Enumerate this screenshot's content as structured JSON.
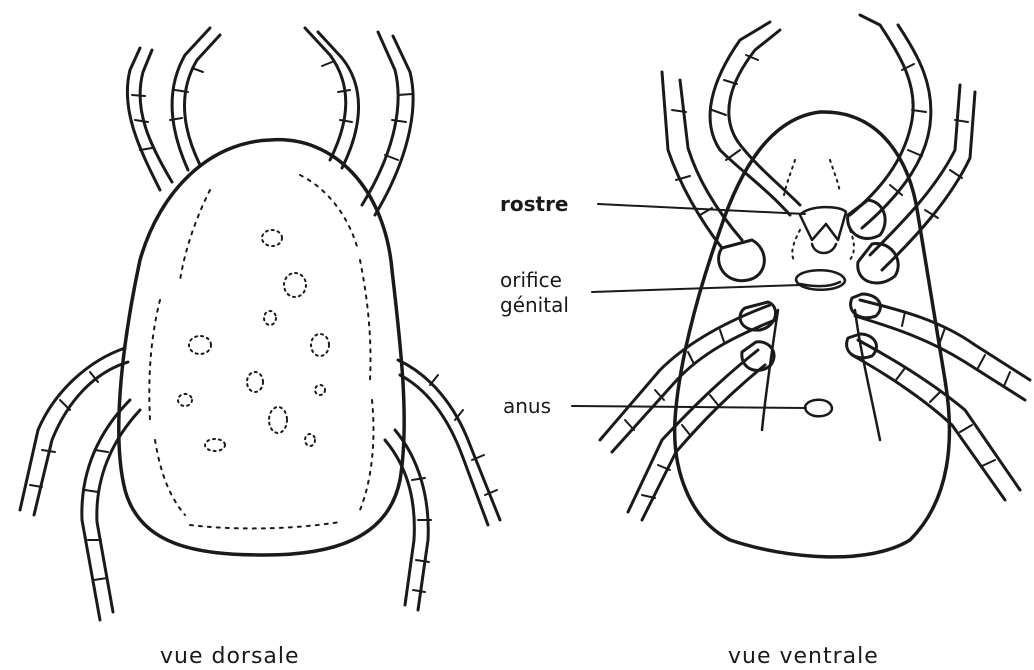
{
  "labels": {
    "rostre": "rostre",
    "orifice_line1": "orifice",
    "orifice_line2": "génital",
    "anus": "anus"
  },
  "captions": {
    "dorsal": "vue  dorsale",
    "ventral": "vue  ventrale"
  },
  "colors": {
    "ink": "#1a1a1a",
    "background": "#ffffff"
  }
}
